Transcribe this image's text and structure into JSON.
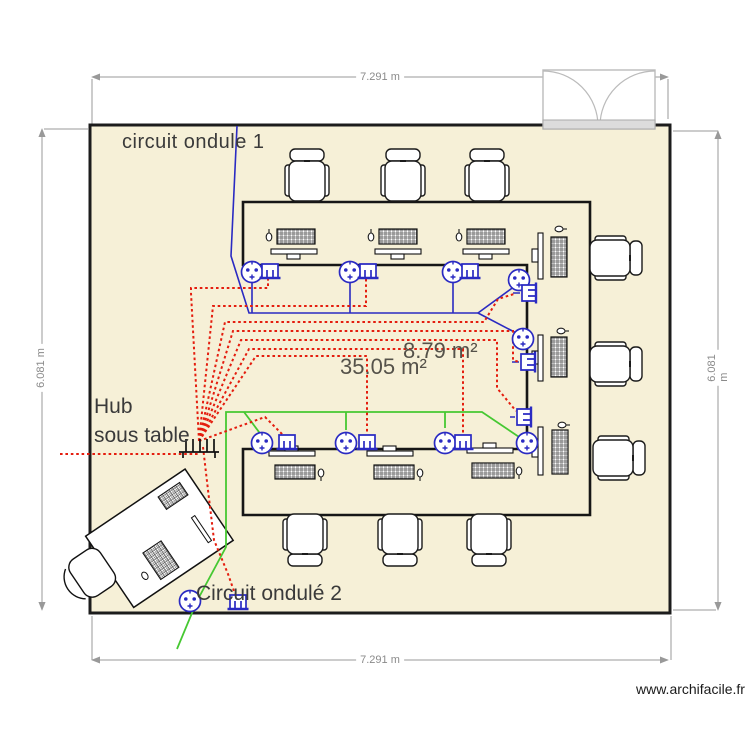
{
  "plan": {
    "labels": {
      "circuit1": "circuit  ondule 1",
      "hub_line1": "Hub",
      "hub_line2": "sous table",
      "circuit2": "Circuit ondulé 2",
      "area_main": "35.05 m²",
      "area_inner": "8.79 m²"
    },
    "dimensions": {
      "width_top": "7.291 m",
      "width_bottom": "7.291 m",
      "height_left": "6.081 m",
      "height_right": "6.081 m"
    },
    "watermark": "www.archifacile.fr",
    "colors": {
      "room_fill": "#f6f0d7",
      "wall": "#1c1c1c",
      "power_circuit_blue": "#2a2ac2",
      "network_circuit_red": "#e41d0e",
      "circuit2_green": "#46c832",
      "dimension_gray": "#999999",
      "door_gray": "#bbbbbb"
    },
    "icons": {
      "power_outlet": "power-outlet-icon",
      "network_socket": "network-socket-icon",
      "hub": "hub-icon",
      "door": "double-door-icon"
    }
  }
}
